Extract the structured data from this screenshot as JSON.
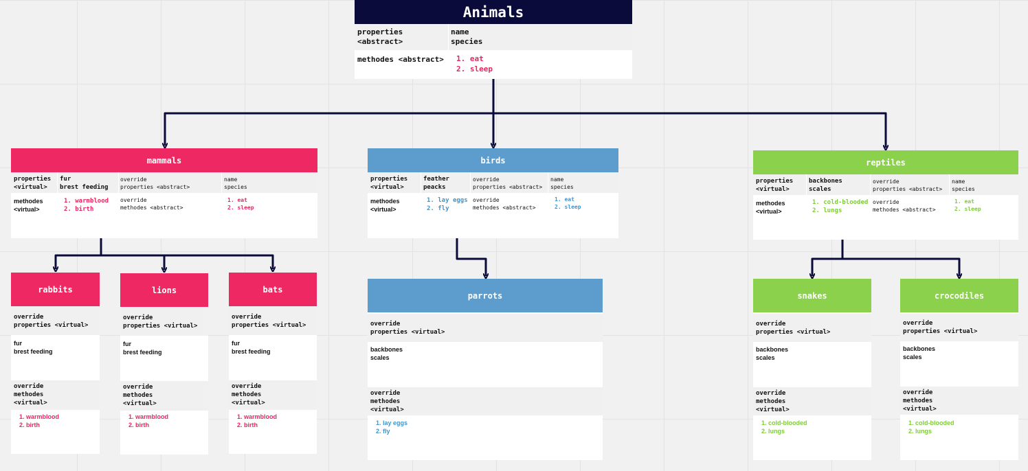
{
  "colors": {
    "animals": "#0b0b3b",
    "mammals": "#ee2862",
    "birds": "#5c9dcd",
    "reptiles": "#8bd14c",
    "connector": "#0b0b3b"
  },
  "animals": {
    "title": "Animals",
    "properties_label": "properties\n<abstract>",
    "properties_value": "name\nspecies",
    "methods_label": "methodes <abstract>",
    "methods": [
      "eat",
      "sleep"
    ]
  },
  "mammals": {
    "title": "mammals",
    "properties_label": "properties\n<virtual>",
    "properties_value": "fur\nbrest feeding",
    "override_props_label": "override\nproperties <abstract>",
    "override_props_value": "name\nspecies",
    "methods_label": "methodes\n<virtual>",
    "methods": [
      "warmblood",
      "birth"
    ],
    "override_methods_label": "override\nmethodes <abstract>",
    "override_methods": [
      "eat",
      "sleep"
    ]
  },
  "birds": {
    "title": "birds",
    "properties_label": "properties\n<virtual>",
    "properties_value": "feather\npeacks",
    "override_props_label": "override\nproperties <abstract>",
    "override_props_value": "name\nspecies",
    "methods_label": "methodes\n<virtual>",
    "methods": [
      "lay eggs",
      "fly"
    ],
    "override_methods_label": "override\nmethodes <abstract>",
    "override_methods": [
      "eat",
      "sleep"
    ]
  },
  "reptiles": {
    "title": "reptiles",
    "properties_label": "properties\n<virtual>",
    "properties_value": "backbones\nscales",
    "override_props_label": "override\nproperties <abstract>",
    "override_props_value": "name\nspecies",
    "methods_label": "methodes\n<virtual>",
    "methods": [
      "cold-blooded",
      "lungs"
    ],
    "override_methods_label": "override\nmethodes <abstract>",
    "override_methods": [
      "eat",
      "sleep"
    ]
  },
  "rabbits": {
    "title": "rabbits",
    "override_props_label": "override\nproperties <virtual>",
    "props_value": "fur\nbrest feeding",
    "override_methods_label": "override\nmethodes\n<virtual>",
    "methods": [
      "warmblood",
      "birth"
    ]
  },
  "lions": {
    "title": "lions",
    "override_props_label": "override\nproperties <virtual>",
    "props_value": "fur\nbrest feeding",
    "override_methods_label": "override\nmethodes\n<virtual>",
    "methods": [
      "warmblood",
      "birth"
    ]
  },
  "bats": {
    "title": "bats",
    "override_props_label": "override\nproperties <virtual>",
    "props_value": "fur\nbrest feeding",
    "override_methods_label": "override\nmethodes\n<virtual>",
    "methods": [
      "warmblood",
      "birth"
    ]
  },
  "parrots": {
    "title": "parrots",
    "override_props_label": "override\nproperties <virtual>",
    "props_value": "backbones\nscales",
    "override_methods_label": "override\nmethodes\n<virtual>",
    "methods": [
      "lay eggs",
      "fly"
    ]
  },
  "snakes": {
    "title": "snakes",
    "override_props_label": "override\nproperties <virtual>",
    "props_value": "backbones\nscales",
    "override_methods_label": "override\nmethodes\n<virtual>",
    "methods": [
      "cold-blooded",
      "lungs"
    ]
  },
  "crocodiles": {
    "title": "crocodiles",
    "override_props_label": "override\nproperties <virtual>",
    "props_value": "backbones\nscales",
    "override_methods_label": "override\nmethodes\n<virtual>",
    "methods": [
      "cold-blooded",
      "lungs"
    ]
  }
}
